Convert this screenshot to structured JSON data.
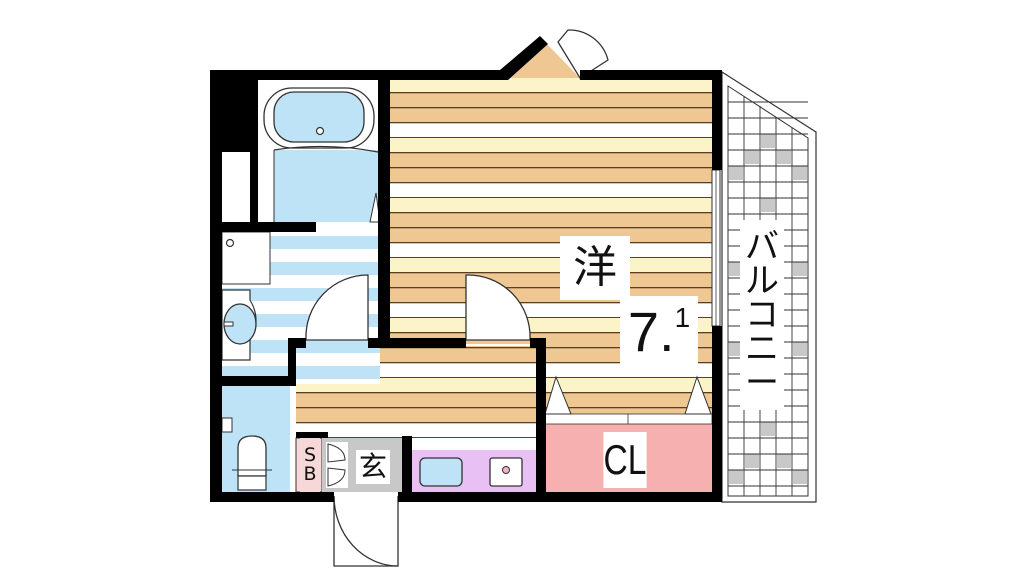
{
  "floor_plan": {
    "rooms": {
      "western_room": {
        "label": "洋",
        "size_main": "7.",
        "size_decimal": "1"
      },
      "closet": {
        "label": "CL"
      },
      "entrance": {
        "label": "玄"
      },
      "shoe_box": {
        "label_line1": "S",
        "label_line2": "B"
      },
      "balcony": {
        "label": "バルコニー",
        "chars": [
          "バ",
          "ル",
          "コ",
          "ニ",
          "ー"
        ]
      }
    },
    "colors": {
      "wall": "#000000",
      "floor_cream": "#fdf3c8",
      "floor_tan": "#efc793",
      "floor_line": "#5a4020",
      "water_blue": "#bfe3f6",
      "closet_pink": "#f7b0b0",
      "kitchen_purple": "#e8c0f4",
      "entrance_gray": "#c8c8c8",
      "balcony_gray": "#c8c8c8"
    }
  }
}
